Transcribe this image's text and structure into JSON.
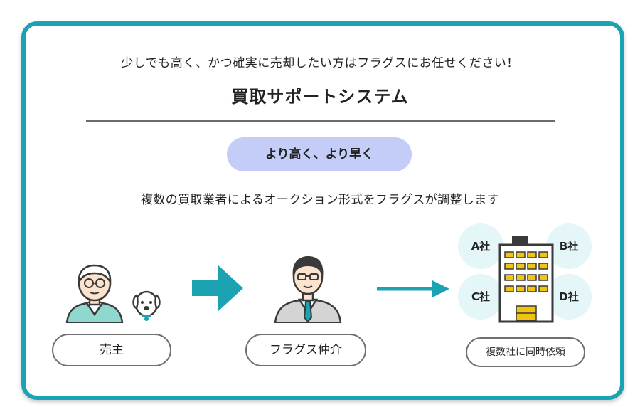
{
  "lead_text": "少しでも高く、かつ確実に売却したい方はフラグスにお任せください！",
  "title": "買取サポートシステム",
  "pill_label": "より高く、より早く",
  "description": "複数の買取業者によるオークション形式をフラグスが調整します",
  "labels": {
    "seller": "売主",
    "broker": "フラグス仲介",
    "companies": "複数社に同時依頼"
  },
  "companies": [
    "A社",
    "B社",
    "C社",
    "D社"
  ],
  "colors": {
    "frame": "#1ba3b3",
    "pill": "#c3cdf7",
    "arrow": "#1ba3b3",
    "company_circle": "#e4f6f7",
    "building_window": "#f1c40f"
  },
  "icons": [
    "seller-person-icon",
    "dog-icon",
    "big-arrow-icon",
    "broker-person-icon",
    "thin-arrow-icon",
    "building-icon"
  ]
}
